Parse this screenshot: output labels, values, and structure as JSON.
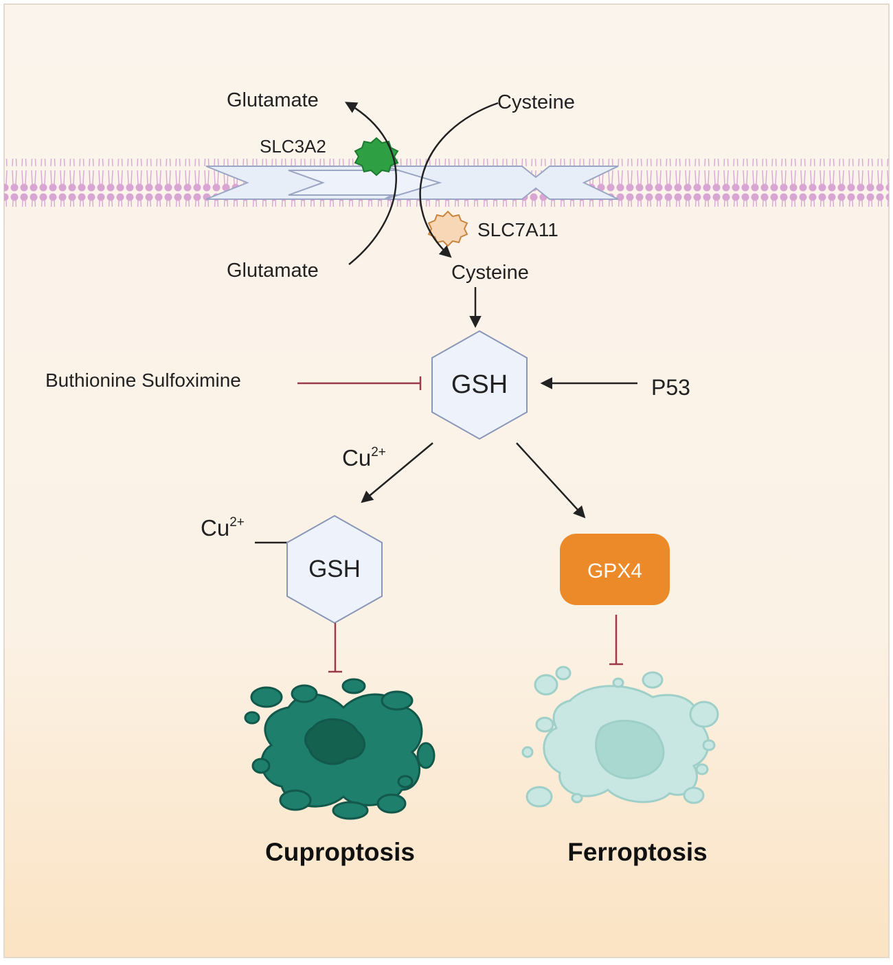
{
  "labels": {
    "glutamate_out": "Glutamate",
    "cysteine_out": "Cysteine",
    "slc3a2": "SLC3A2",
    "slc7a11": "SLC7A11",
    "glutamate_in": "Glutamate",
    "cysteine_in": "Cysteine",
    "bso": "Buthionine Sulfoximine",
    "p53": "P53",
    "gsh_main": "GSH",
    "cu_arrow_base": "Cu",
    "cu_arrow_sup": "2+",
    "cu_bound_base": "Cu",
    "cu_bound_sup": "2+",
    "gsh_bound": "GSH",
    "gpx4": "GPX4",
    "cuproptosis": "Cuproptosis",
    "ferroptosis": "Ferroptosis"
  },
  "colors": {
    "background_top": "#FBF4EC",
    "background_bottom": "#FBE6C9",
    "membrane": "#D9A6D4",
    "hexagon_fill": "#EDF2FB",
    "hexagon_stroke": "#8A96B8",
    "arrow": "#222222",
    "inhibit": "#9B3B4A",
    "slc3a2": "#2EA043",
    "slc7a11": "#F7D7B5",
    "gpx4": "#EC8A2A",
    "cuproptosis_cell": "#1E7F6C",
    "ferroptosis_cell": "#C8E6E2"
  }
}
